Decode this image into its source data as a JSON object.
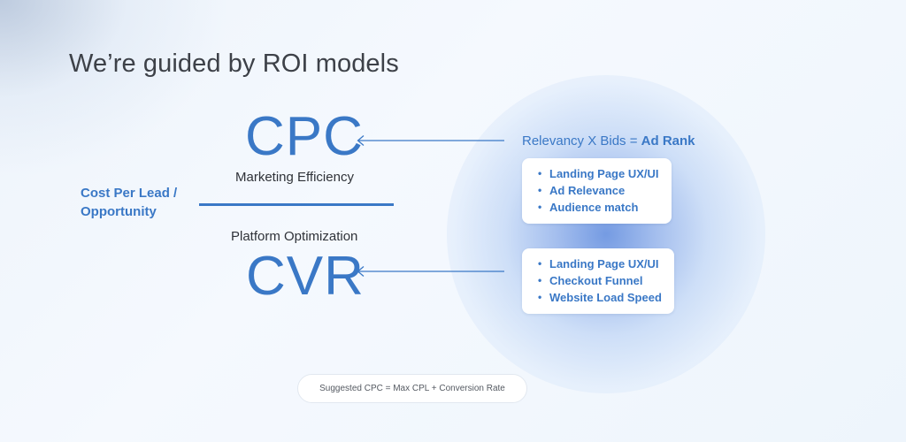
{
  "slide": {
    "title": "We’re guided by ROI models"
  },
  "left": {
    "cpc_label": "CPC",
    "cpc_caption": "Marketing Efficiency",
    "cvr_label": "CVR",
    "cvr_caption": "Platform Optimization",
    "cpl_line1": "Cost Per Lead /",
    "cpl_line2": "Opportunity"
  },
  "right": {
    "adrank_prefix": "Relevancy X Bids = ",
    "adrank_bold": "Ad Rank",
    "cpc_factors": [
      "Landing Page UX/UI",
      "Ad Relevance",
      "Audience match"
    ],
    "cvr_factors": [
      "Landing Page UX/UI",
      "Checkout Funnel",
      "Website Load Speed"
    ]
  },
  "footer": {
    "formula": "Suggested CPC = Max CPL + Conversion Rate"
  },
  "colors": {
    "accent": "#3a78c6",
    "title_text": "#3d4148",
    "body_text": "#2f3238",
    "card_bg": "#ffffff"
  }
}
